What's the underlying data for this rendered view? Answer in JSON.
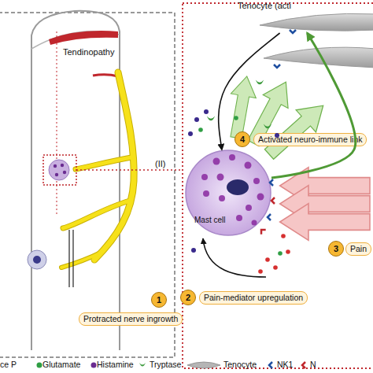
{
  "diagram": {
    "nodes": [
      {
        "text": [
          "Tenocyte (acti"
        ]
      },
      {
        "text": [
          "Mast cell"
        ]
      },
      {
        "text": [
          "1",
          "Protracted nerve ingrowth"
        ]
      },
      {
        "text": [
          "4",
          "Activated neuro-immune link"
        ]
      },
      {
        "text": [
          "3",
          "Pain"
        ]
      },
      {
        "text": [
          "2",
          "Pain-mediator upregulation"
        ]
      }
    ],
    "edges": [
      {
        "from": 1,
        "to": 0,
        "arrow": "to"
      },
      {
        "from": 0,
        "to": 1,
        "arrow": "to"
      }
    ],
    "labels": [
      "Tendinopathy",
      "(II)"
    ],
    "legend": [
      {
        "text": "ce P"
      },
      {
        "text": "Glutamate",
        "color": "#2f9e44"
      },
      {
        "text": "Histamine",
        "color": "#6a2c91"
      },
      {
        "text": "Tryptase"
      },
      {
        "text": "Tenocyte"
      },
      {
        "text": "NK1"
      },
      {
        "text": "N"
      }
    ]
  }
}
